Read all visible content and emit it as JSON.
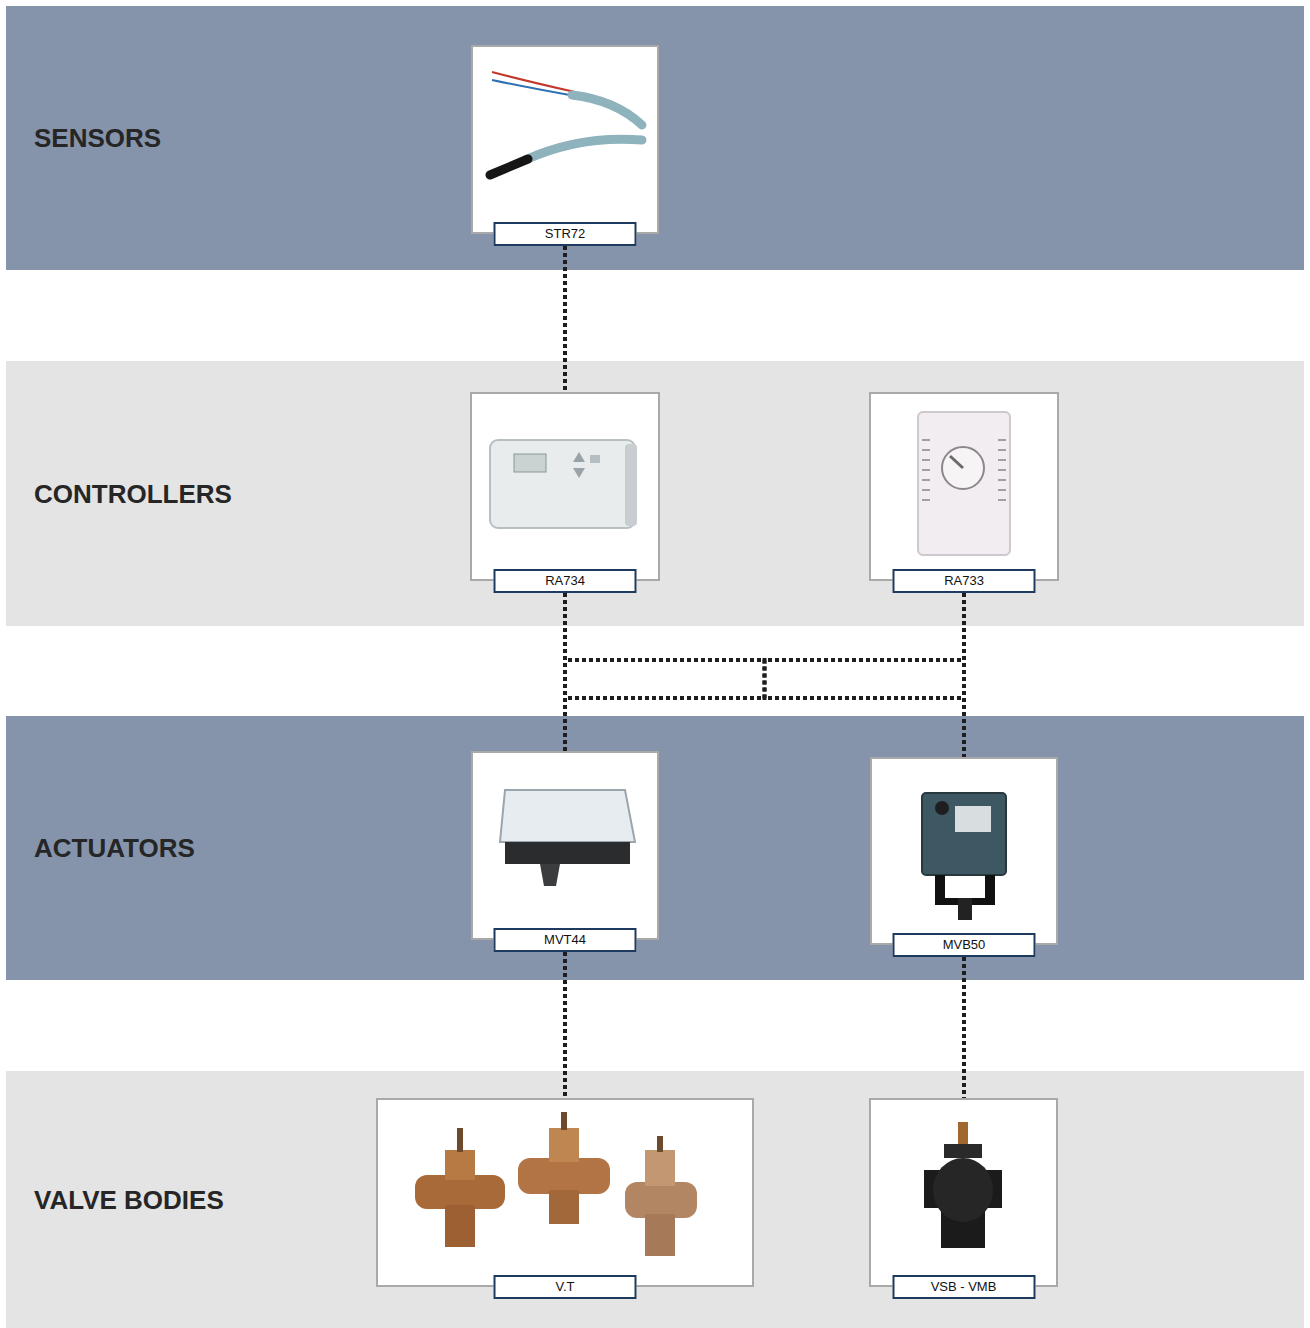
{
  "diagram": {
    "nodes": [
      {
        "text": [
          "SENSORS"
        ]
      },
      {
        "text": [
          "STR72"
        ],
        "in": 0
      },
      {
        "text": [
          "CONTROLLERS"
        ]
      },
      {
        "text": [
          "RA734"
        ],
        "in": 2
      },
      {
        "text": [
          "RA733"
        ],
        "in": 2
      },
      {
        "text": [
          "ACTUATORS"
        ]
      },
      {
        "text": [
          "MVT44"
        ],
        "in": 5
      },
      {
        "text": [
          "MVB50"
        ],
        "in": 5
      },
      {
        "text": [
          "VALVE BODIES"
        ]
      },
      {
        "text": [
          "V.T"
        ],
        "in": 8
      },
      {
        "text": [
          "VSB - VMB"
        ],
        "in": 8
      }
    ],
    "edges": [
      {
        "from": 1,
        "to": 3,
        "arrow": "none"
      },
      {
        "from": 3,
        "to": 6,
        "arrow": "none"
      },
      {
        "from": 3,
        "to": 7,
        "arrow": "none"
      },
      {
        "from": 4,
        "to": 6,
        "arrow": "none"
      },
      {
        "from": 4,
        "to": 7,
        "arrow": "none"
      },
      {
        "from": 6,
        "to": 9,
        "arrow": "none"
      },
      {
        "from": 7,
        "to": 10,
        "arrow": "none"
      }
    ]
  }
}
